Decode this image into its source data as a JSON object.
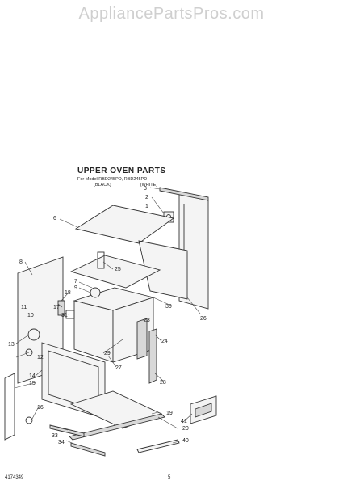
{
  "watermark": "AppliancePartsPros.com",
  "title": "UPPER OVEN PARTS",
  "subtitle": {
    "line1": "For Model RBD245PD, RBD245PD",
    "line2_left": "(BLACK)",
    "line2_right": "(WHITE)"
  },
  "footer": {
    "doc_number": "4174349",
    "page_number": "5"
  },
  "callouts": {
    "c1": "1",
    "c2": "2",
    "c3": "3",
    "c6": "6",
    "c7": "7",
    "c8": "8",
    "c9": "9",
    "c10": "10",
    "c11": "11",
    "c12": "12",
    "c13": "13",
    "c14": "14",
    "c15": "15",
    "c16": "16",
    "c17": "17",
    "c18": "18",
    "c19": "19",
    "c20": "20",
    "c23": "23",
    "c24": "24",
    "c25": "25",
    "c26": "26",
    "c27": "27",
    "c28": "28",
    "c29": "29",
    "c30": "30",
    "c31": "31",
    "c33": "33",
    "c34": "34",
    "c40": "40",
    "c41": "41"
  }
}
